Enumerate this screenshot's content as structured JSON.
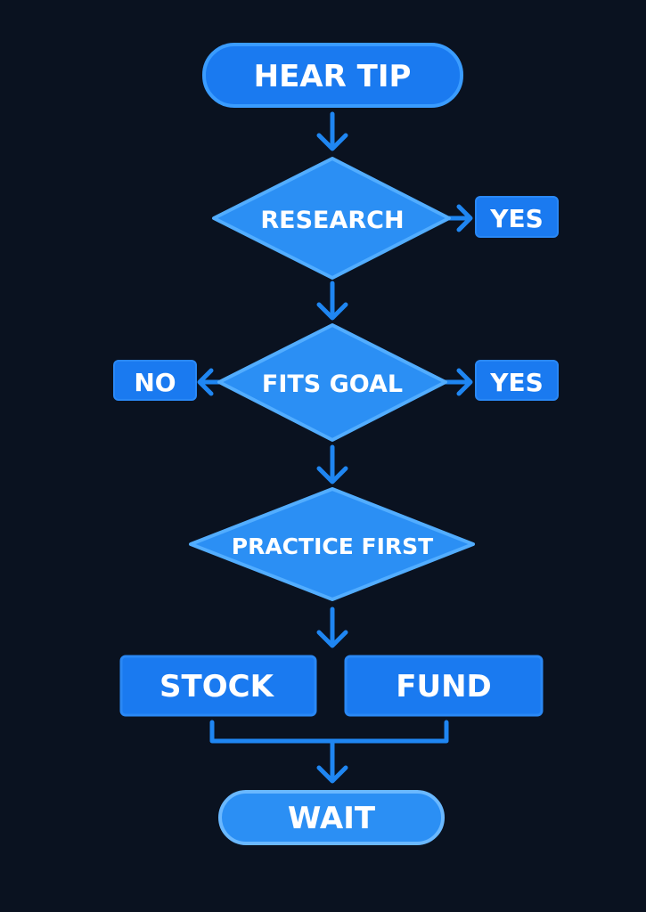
{
  "colors": {
    "background": "#0a1220",
    "node_fill": "#1a7af0",
    "node_fill_light": "#2e93f5",
    "node_border": "#3ea0ff",
    "arrow": "#1f86f2",
    "text": "#ffffff"
  },
  "nodes": {
    "hear_tip": "HEAR TIP",
    "research": "RESEARCH",
    "research_yes": "YES",
    "fits_goal": "FITS GOAL",
    "fits_goal_no": "NO",
    "fits_goal_yes": "YES",
    "practice_first": "PRACTICE FIRST",
    "stock": "STOCK",
    "fund": "FUND",
    "wait": "WAIT"
  }
}
